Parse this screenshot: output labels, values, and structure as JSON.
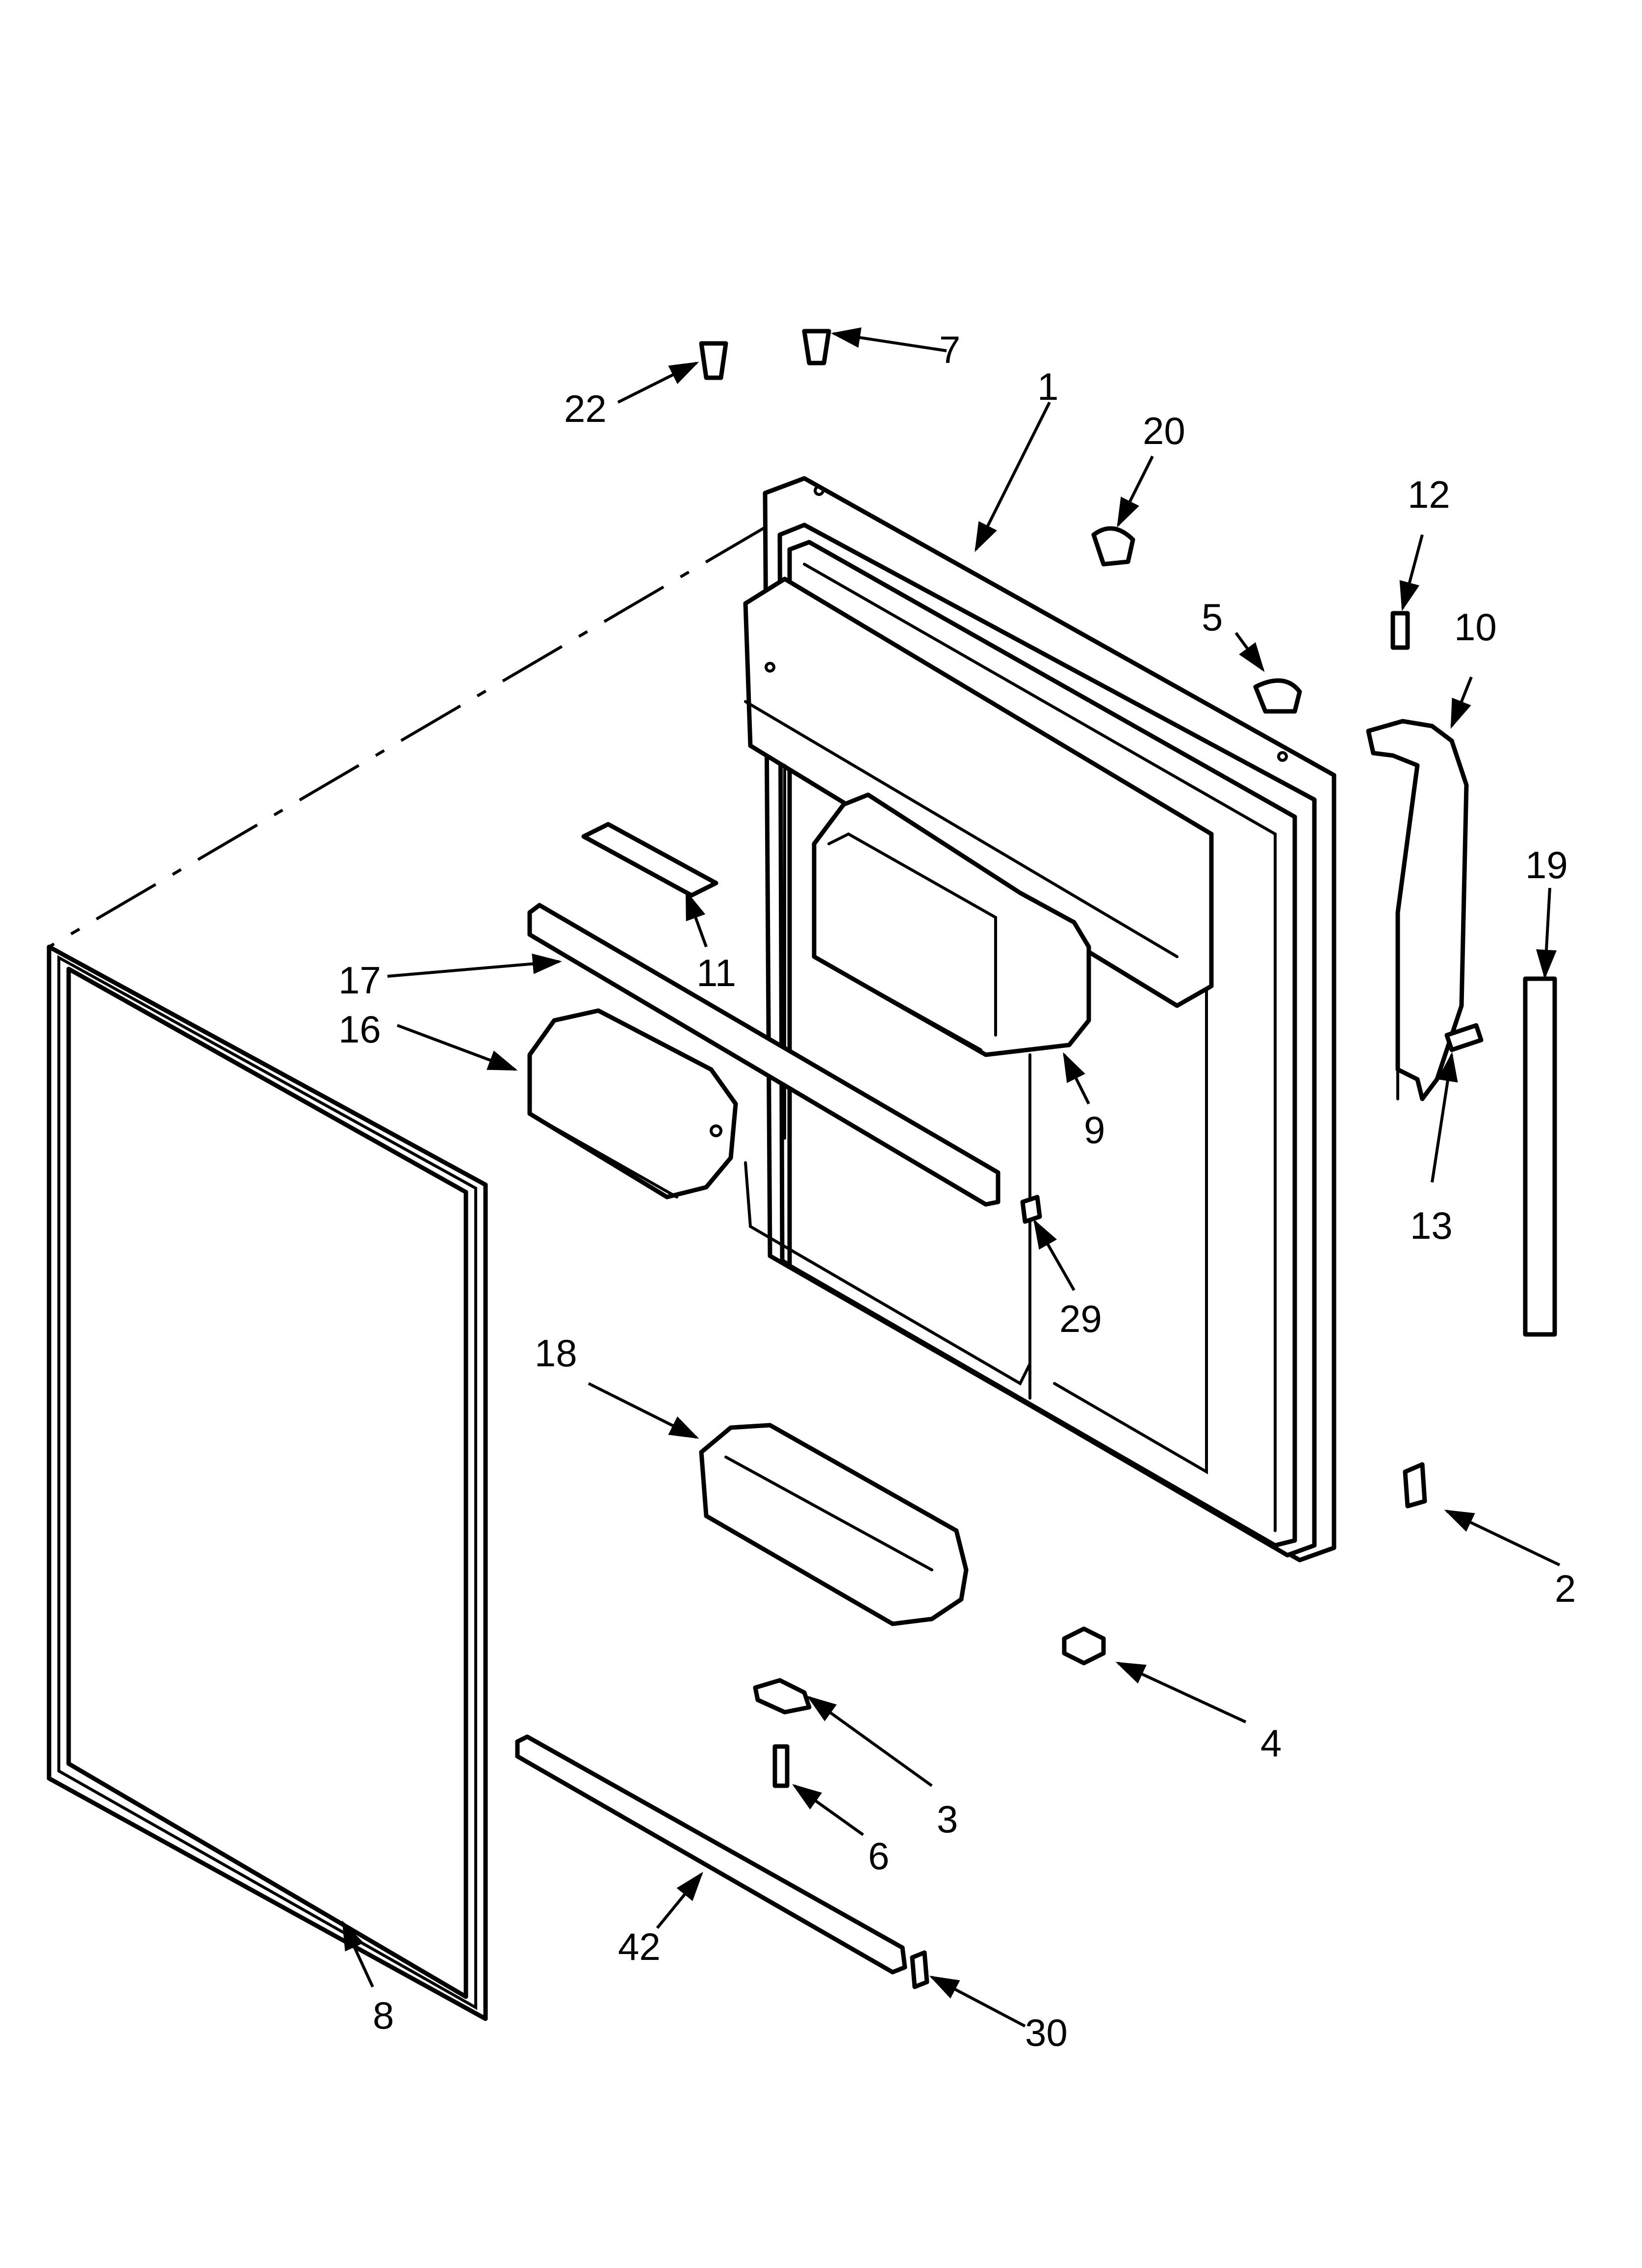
{
  "callouts": {
    "c1": "1",
    "c2": "2",
    "c3": "3",
    "c4": "4",
    "c5": "5",
    "c6": "6",
    "c7": "7",
    "c8": "8",
    "c9": "9",
    "c10": "10",
    "c11": "11",
    "c12": "12",
    "c13": "13",
    "c16": "16",
    "c17": "17",
    "c18": "18",
    "c19": "19",
    "c20": "20",
    "c22": "22",
    "c29": "29",
    "c30": "30",
    "c42": "42"
  }
}
